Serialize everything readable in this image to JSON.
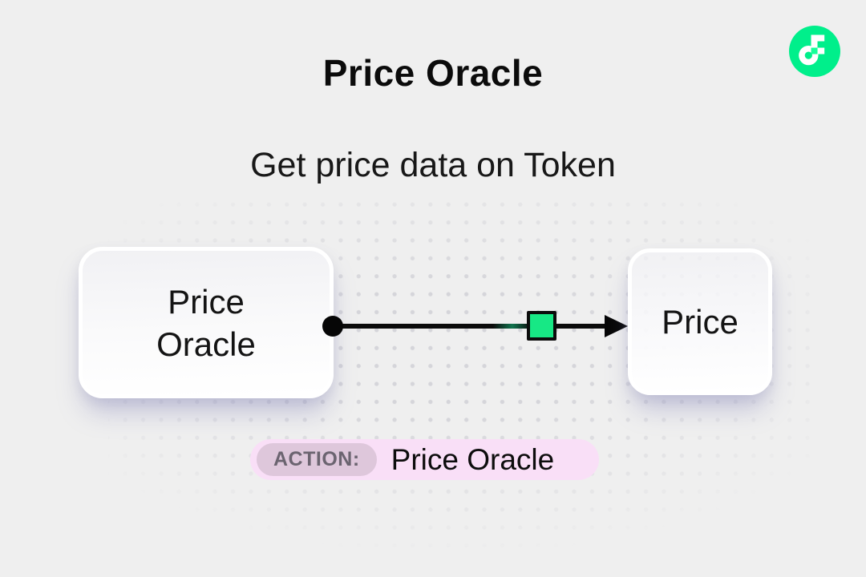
{
  "header": {
    "title": "Price Oracle",
    "subtitle": "Get price data on Token"
  },
  "logo": {
    "name": "Flow",
    "brand_green": "#00EF8B",
    "mark_square_green": "#16FF99"
  },
  "diagram": {
    "source_node": {
      "label": "Price Oracle",
      "lines": [
        "Price",
        "Oracle"
      ]
    },
    "target_node": {
      "label": "Price"
    },
    "connector": {
      "marker_color": "#17E885",
      "line_color": "#0B0B0B"
    }
  },
  "action_badge": {
    "label": "ACTION:",
    "value": "Price Oracle",
    "bg": "#F9DFF7",
    "label_bg": "#DEC7DB",
    "label_color": "#6B6470"
  },
  "colors": {
    "page_background": "#EFEFEF",
    "dot_grid": "#D3D3D8",
    "text": "#111111"
  }
}
